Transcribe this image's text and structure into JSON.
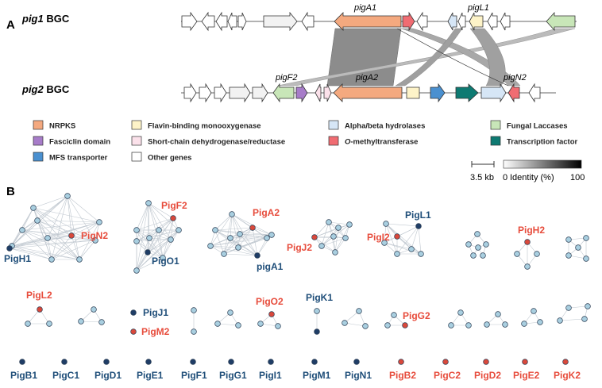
{
  "panels": {
    "a": "A",
    "b": "B"
  },
  "bgc": {
    "pig1_label_italic": "pig1",
    "pig1_label_rest": " BGC",
    "pig2_label_italic": "pig2",
    "pig2_label_rest": " BGC"
  },
  "gene_labels": {
    "pigA1": "pigA1",
    "pigL1": "pigL1",
    "pigF2": "pigF2",
    "pigA2": "pigA2",
    "pigN2": "pigN2"
  },
  "legend": [
    {
      "label": "NRPKS",
      "color": "#f4a97f"
    },
    {
      "label": "Flavin-binding monooxygenase",
      "color": "#fdf3c8"
    },
    {
      "label": "Alpha/beta hydrolases",
      "color": "#d6e6f6"
    },
    {
      "label": "Fungal Laccases",
      "color": "#c8e6b8"
    },
    {
      "label": "Fasciclin domain",
      "color": "#a77cc9"
    },
    {
      "label": "Short-chain dehydrogenase/reductase",
      "color": "#fbe1ea"
    },
    {
      "label": "O-methyltransferase",
      "color": "#f06c72"
    },
    {
      "label": "Transcription factor",
      "color": "#0e7a72"
    },
    {
      "label": "MFS transporter",
      "color": "#4a90d0"
    },
    {
      "label": "Other genes",
      "color": "#ffffff"
    }
  ],
  "scale": {
    "bar_label": "3.5 kb",
    "identity_min": "0",
    "identity_title": "Identity (%)",
    "identity_max": "100"
  },
  "colors": {
    "red": "#e74c3c",
    "blue": "#1f4e79",
    "node_light": "#a9cfe0",
    "node_dark": "#1f3d66",
    "node_red": "#d9483b"
  },
  "network_labels": {
    "PigN2": "PigN2",
    "PigH1": "PigH1",
    "PigF2": "PigF2",
    "PigO1": "PigO1",
    "PigA2": "PigA2",
    "pigA1": "pigA1",
    "PigJ2": "PigJ2",
    "PigL1": "PigL1",
    "PigI2": "PigI2",
    "PigH2": "PigH2",
    "PigL2": "PigL2",
    "PigJ1": "PigJ1",
    "PigM2": "PigM2",
    "PigO2": "PigO2",
    "PigK1": "PigK1",
    "PigG2": "PigG2"
  },
  "singletons": [
    {
      "label": "PigB1",
      "group": "blue"
    },
    {
      "label": "PigC1",
      "group": "blue"
    },
    {
      "label": "PigD1",
      "group": "blue"
    },
    {
      "label": "PigE1",
      "group": "blue"
    },
    {
      "label": "PigF1",
      "group": "blue"
    },
    {
      "label": "PigG1",
      "group": "blue"
    },
    {
      "label": "PigI1",
      "group": "blue"
    },
    {
      "label": "PigM1",
      "group": "blue"
    },
    {
      "label": "PigN1",
      "group": "blue"
    },
    {
      "label": "PigB2",
      "group": "red"
    },
    {
      "label": "PigC2",
      "group": "red"
    },
    {
      "label": "PigD2",
      "group": "red"
    },
    {
      "label": "PigE2",
      "group": "red"
    },
    {
      "label": "PigK2",
      "group": "red"
    }
  ]
}
